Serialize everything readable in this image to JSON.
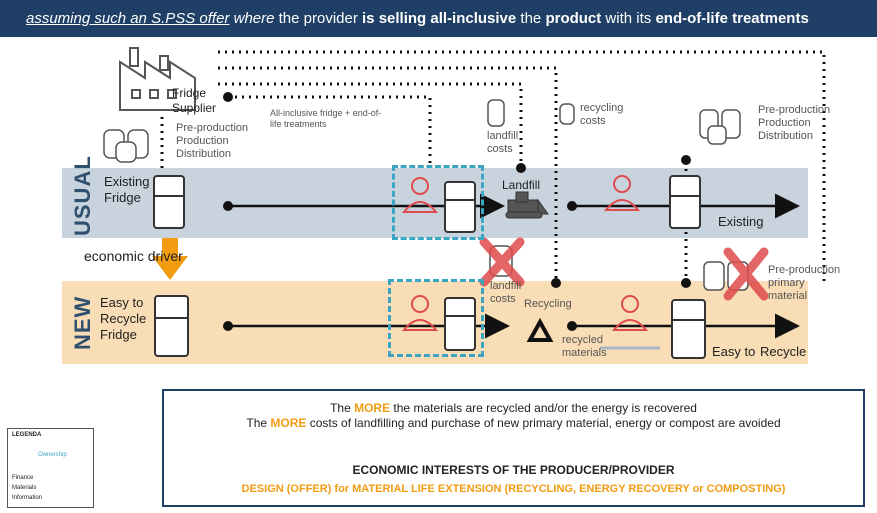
{
  "title": {
    "part1": "assuming such an S.PSS offer",
    "part2": " where",
    "part3": " the provider ",
    "part4": "is selling all-inclusive",
    "part5": " the ",
    "part6": "product",
    "part7": " with its ",
    "part8": "end-of-life treatments"
  },
  "usual": {
    "side_label": "USUAL",
    "fridge_label": "Existing\nFridge",
    "supplier_label": "Fridge\nSupplier",
    "supplier_steps": "Pre-production\nProduction\nDistribution",
    "bundle_label": "All-inclusive fridge + end-of-\nlife treatments",
    "landfill_costs": "landfill\ncosts",
    "recycling_costs": "recycling\ncosts",
    "landfill": "Landfill",
    "right_steps": "Pre-production\nProduction\nDistribution",
    "existing": "Existing"
  },
  "driver": {
    "label": "economic driver"
  },
  "new": {
    "side_label": "NEW",
    "fridge_label": "Easy to\nRecycle\nFridge",
    "landfill_costs": "landfill\ncosts",
    "recycling": "Recycling",
    "recycled_materials": "recycled\nmaterials",
    "primary": "Pre-production\nprimary\nmaterial",
    "easy_to": "Easy to",
    "recycle": "Recycle"
  },
  "bottom": {
    "line1_a": "The ",
    "line1_more": "MORE",
    "line1_b": " the materials are recycled and/or the energy is recovered",
    "line2_a": "The ",
    "line2_more": "MORE",
    "line2_b": " costs of landfilling and purchase of new primary material, energy or compost are avoided",
    "interests": "ECONOMIC INTERESTS OF THE PRODUCER/PROVIDER",
    "design": "DESIGN (OFFER) for MATERIAL LIFE EXTENSION (RECYCLING, ENERGY RECOVERY or COMPOSTING)"
  },
  "legend": {
    "title": "LEGENDA",
    "box_label": "Ownership",
    "finance": "Finance",
    "materials": "Materials",
    "information": "Information"
  },
  "colors": {
    "title_bg": "#1f3f66",
    "usual_band": "#c9d3de",
    "new_band": "#f8ddb6",
    "accent_orange": "#f39c12",
    "dashed_box": "#3aa6c2",
    "cross_red": "#e04b4b"
  },
  "icons": [
    "factory-icon",
    "coins-icon",
    "fridge-icon",
    "person-icon",
    "bulldozer-icon",
    "recycle-icon",
    "red-cross-icon",
    "arrow-down-icon"
  ]
}
